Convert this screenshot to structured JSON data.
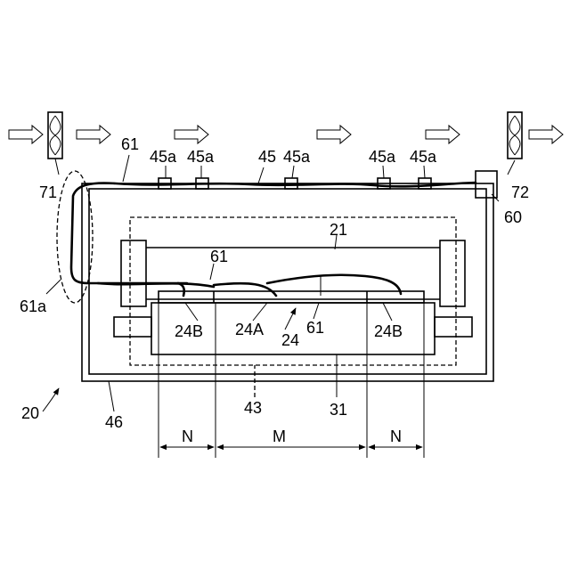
{
  "labels": {
    "fan_left": "71",
    "fan_right": "72",
    "wire_top": "61",
    "sensor_1": "45a",
    "sensor_2": "45a",
    "duct": "45",
    "sensor_3": "45a",
    "sensor_4": "45a",
    "sensor_5": "45a",
    "controller": "60",
    "unit": "21",
    "wire_mid": "61",
    "wire_bundle": "61a",
    "end_left": "24B",
    "center": "24A",
    "assembly": "24",
    "wire_low": "61",
    "end_right": "24B",
    "base": "31",
    "apparatus": "20",
    "housing": "46",
    "boundary": "43",
    "dim_left": "N",
    "dim_mid": "M",
    "dim_right": "N"
  }
}
